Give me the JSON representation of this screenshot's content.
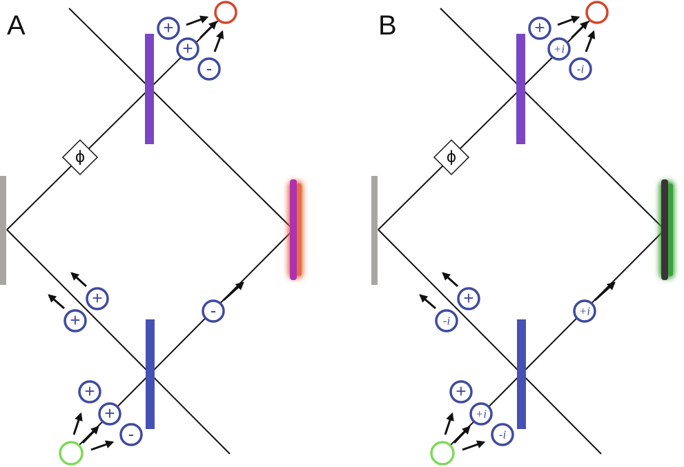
{
  "figure": {
    "panels": [
      {
        "label": "A",
        "phase_label": "ϕ",
        "top_output_chips": [
          "+",
          "+",
          "-"
        ],
        "left_arm_chips": [
          "+",
          "+"
        ],
        "right_arm_chip": "-",
        "input_chips": [
          "+",
          "+",
          "-"
        ],
        "detector_color": "#d4452c",
        "source_color": "#7ed957",
        "upper_splitter_color": "#7b45c4",
        "lower_splitter_color": "#4651b5",
        "left_mirror_color": "#a8a6a3",
        "right_mirror_colors": [
          "#b030b0",
          "#e07040"
        ]
      },
      {
        "label": "B",
        "phase_label": "ϕ",
        "top_output_chips": [
          "+",
          "+i",
          "-i"
        ],
        "left_arm_chips": [
          "-i",
          "+"
        ],
        "right_arm_chip": "+i",
        "input_chips": [
          "+",
          "+i",
          "-i"
        ],
        "detector_color": "#d4452c",
        "source_color": "#7ed957",
        "upper_splitter_color": "#7b45c4",
        "lower_splitter_color": "#4651b5",
        "left_mirror_color": "#a8a6a3",
        "right_mirror_colors": [
          "#3a3438",
          "#3aa03a"
        ]
      }
    ]
  }
}
